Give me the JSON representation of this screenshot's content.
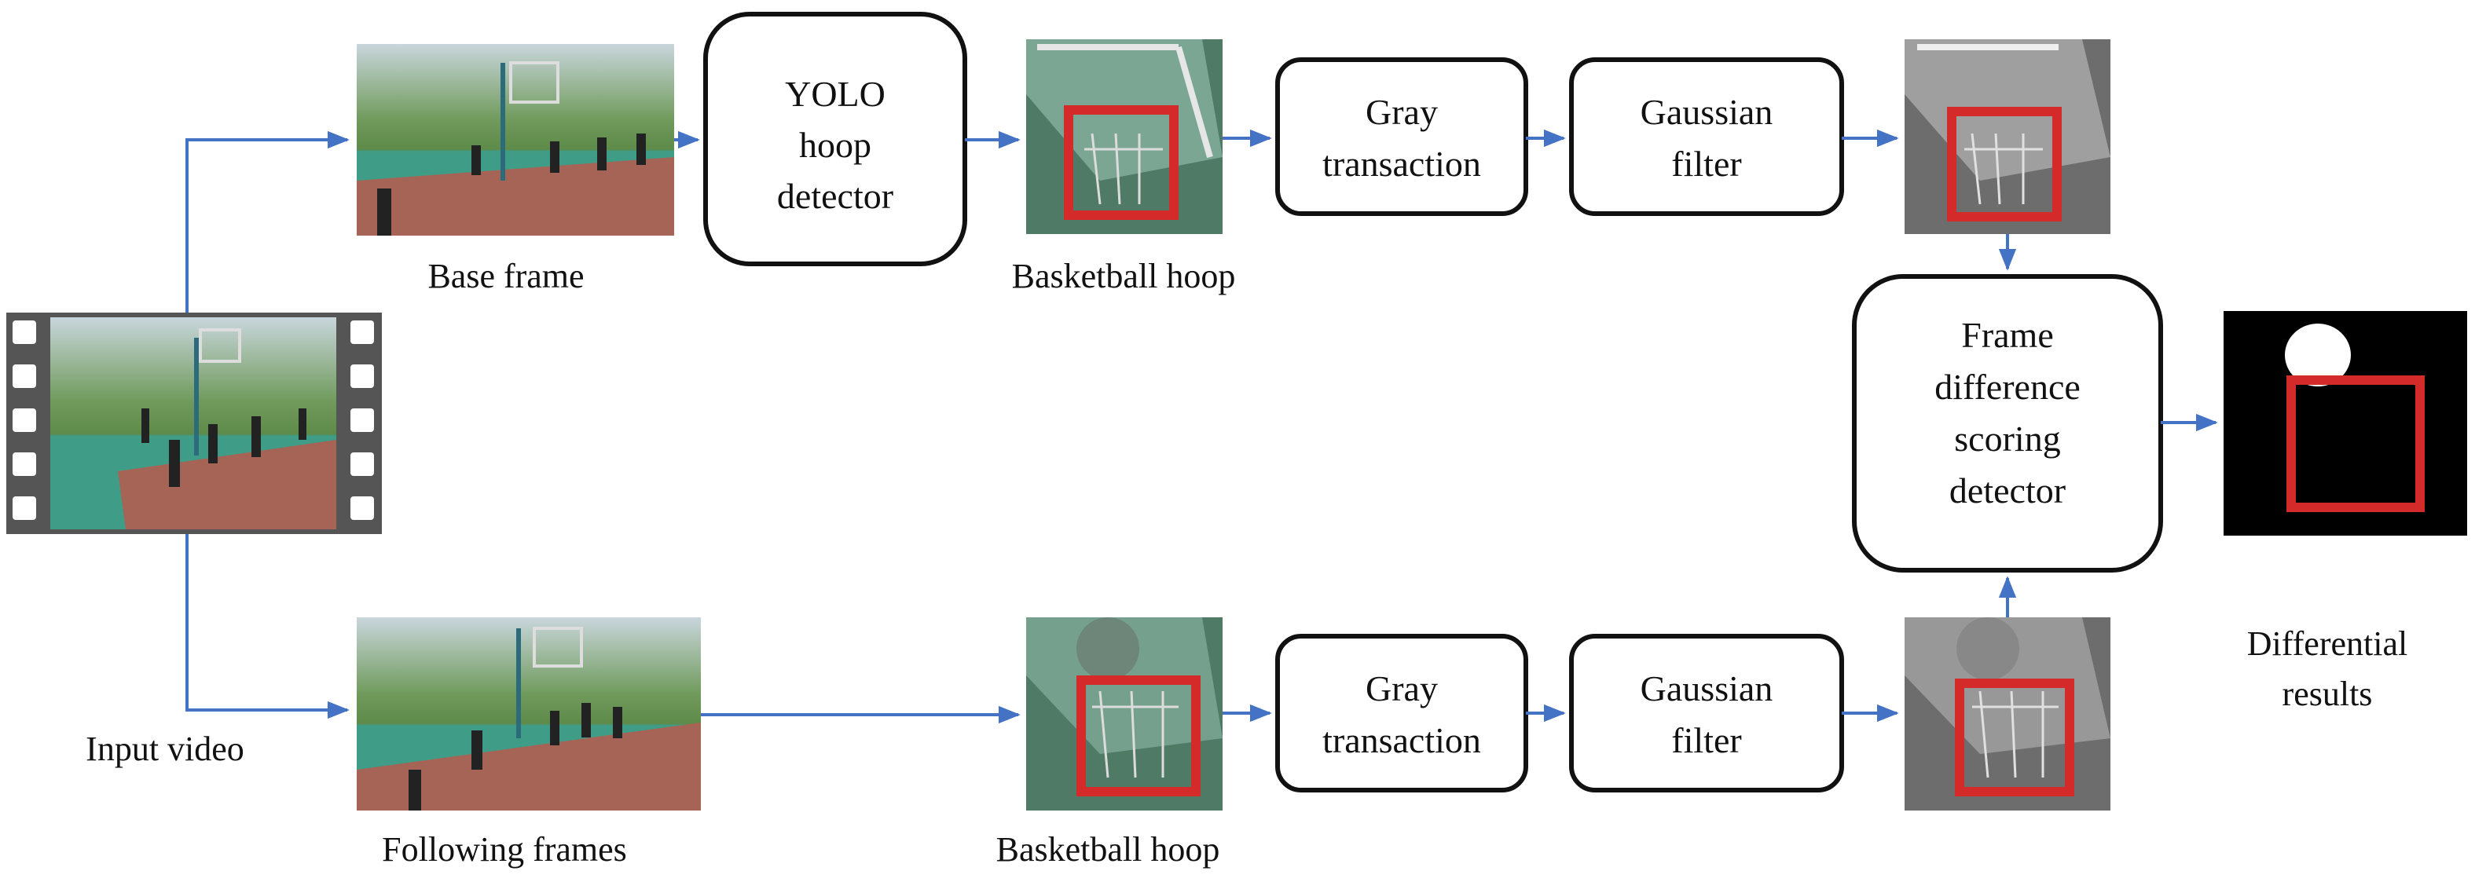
{
  "colors": {
    "arrow": "#4472c4",
    "box_stroke": "#111111",
    "highlight": "#d42a2a",
    "court_green": "#3f9c86",
    "court_red": "#b85a4e",
    "trees": "#5e8a4a",
    "sky": "#c9d6dc",
    "film": "#555555",
    "gray_patch": "#6d6d6d",
    "color_patch": "#4e7a66",
    "diff_bg": "#000000"
  },
  "nodes": {
    "input_video": {
      "label": "Input video",
      "icon": "film-strip-icon"
    },
    "base_frame": {
      "label": "Base frame"
    },
    "following_frames": {
      "label": "Following frames"
    },
    "yolo": {
      "lines": [
        "YOLO",
        "hoop",
        "detector"
      ]
    },
    "hoop_top": {
      "label": "Basketball hoop"
    },
    "hoop_bottom": {
      "label": "Basketball hoop"
    },
    "gray_top": {
      "lines": [
        "Gray",
        "transaction"
      ]
    },
    "gauss_top": {
      "lines": [
        "Gaussian",
        "filter"
      ]
    },
    "gray_bottom": {
      "lines": [
        "Gray",
        "transaction"
      ]
    },
    "gauss_bottom": {
      "lines": [
        "Gaussian",
        "filter"
      ]
    },
    "frame_diff": {
      "lines": [
        "Frame",
        "difference",
        "scoring",
        "detector"
      ]
    },
    "diff_results": {
      "lines": [
        "Differential",
        "results"
      ]
    }
  }
}
